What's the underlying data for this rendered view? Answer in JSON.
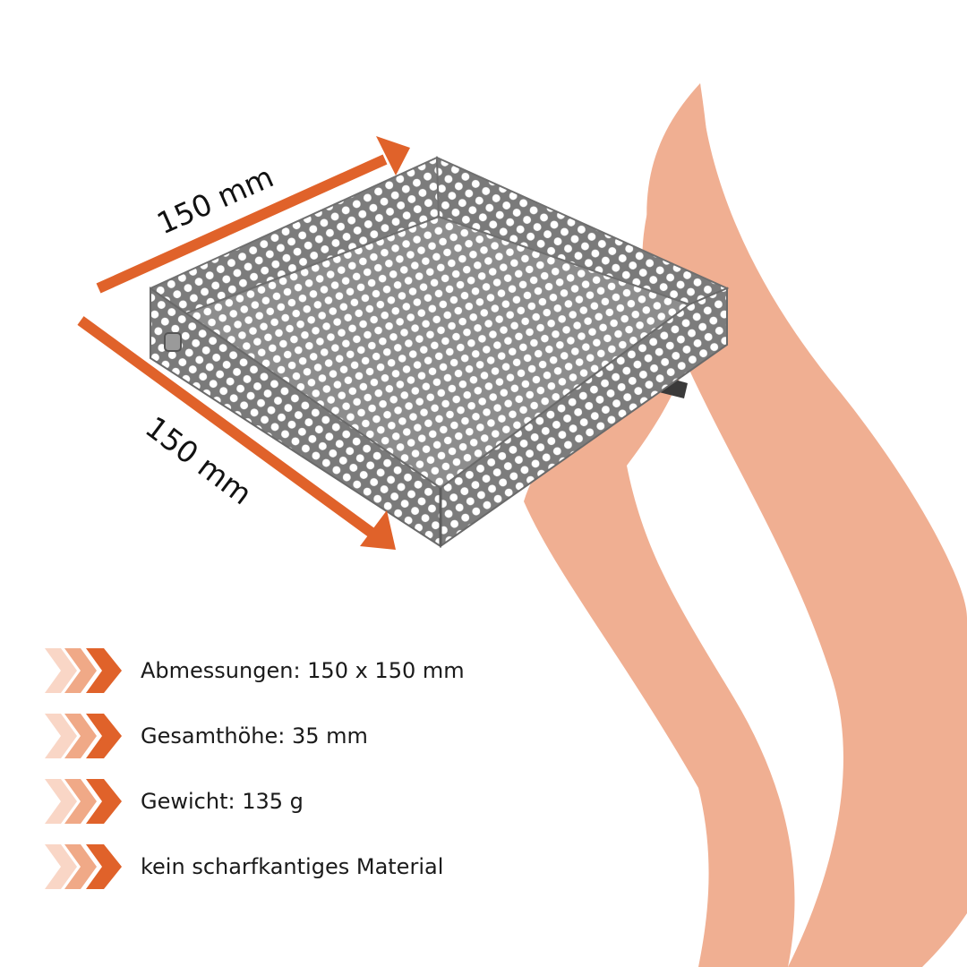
{
  "dimensions": {
    "width_label": "150 mm",
    "depth_label": "150 mm"
  },
  "features": [
    {
      "text": "Abmessungen: 150 x 150 mm",
      "icon": "chevron-triple-icon"
    },
    {
      "text": "Gesamthöhe: 35 mm",
      "icon": "chevron-triple-icon"
    },
    {
      "text": "Gewicht: 135 g",
      "icon": "chevron-triple-icon"
    },
    {
      "text": "kein scharfkantiges Material",
      "icon": "chevron-triple-icon"
    }
  ],
  "colors": {
    "accent": "#E0622A",
    "wave": "#F0AF92",
    "chevron_light": "#F9D6C6",
    "chevron_mid": "#F0A987",
    "metal": "#8E8E8E"
  }
}
